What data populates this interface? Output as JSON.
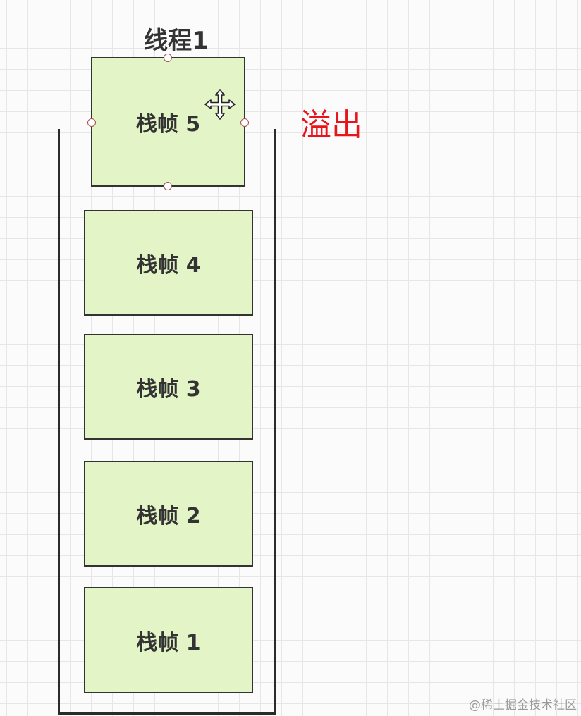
{
  "diagram": {
    "thread_title": "线程1",
    "overflow_label": "溢出",
    "frames": [
      {
        "label": "栈帧 5"
      },
      {
        "label": "栈帧 4"
      },
      {
        "label": "栈帧 3"
      },
      {
        "label": "栈帧 2"
      },
      {
        "label": "栈帧 1"
      }
    ],
    "cursor_icon": "move-icon"
  },
  "watermark": "@稀土掘金技术社区",
  "colors": {
    "frame_fill": "#e3f5c6",
    "frame_border": "#333333",
    "overflow_text": "#e8141c",
    "grid_line": "#e6e6e6"
  }
}
